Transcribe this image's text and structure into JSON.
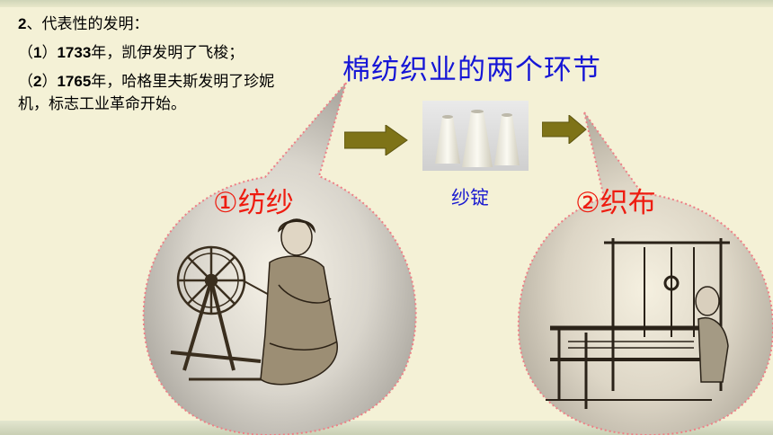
{
  "intro": {
    "heading_num": "2",
    "heading_text": "、代表性的发明：",
    "item1_prefix": "（",
    "item1_num": "1",
    "item1_mid": "）",
    "item1_year": "1733",
    "item1_text": "年，凯伊发明了飞梭；",
    "item2_prefix": "（",
    "item2_num": "2",
    "item2_mid": "）",
    "item2_year": "1765",
    "item2_text": "年，哈格里夫斯发明了珍妮机，标志工业革命开始。"
  },
  "title": "棉纺织业的两个环节",
  "spool_label": "纱锭",
  "stage1_label": "①纺纱",
  "stage2_label": "②织布",
  "colors": {
    "title": "#1616d6",
    "stage_label": "#ee1c10",
    "arrow": "#7e7317",
    "background": "#f4f1d6"
  },
  "icons": [
    "spinning-wheel-illustration",
    "loom-illustration",
    "yarn-spools-photo"
  ]
}
